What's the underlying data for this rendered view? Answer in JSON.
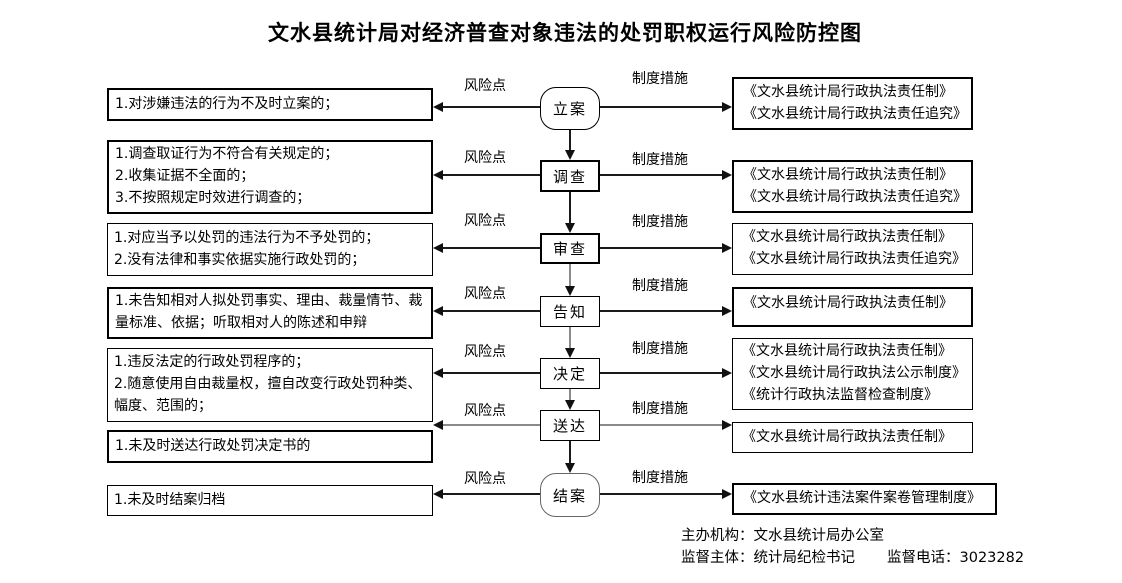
{
  "title": "文水县统计局对经济普查对象违法的处罚职权运行风险防控图",
  "legend": {
    "risk_label": "风险点",
    "measure_label": "制度措施"
  },
  "flow": {
    "rows": [
      {
        "node": "立案",
        "risks": [
          "1.对涉嫌违法的行为不及时立案的；"
        ],
        "measures": [
          "《文水县统计局行政执法责任制》",
          "《文水县统计局行政执法责任追究》"
        ]
      },
      {
        "node": "调查",
        "risks": [
          "1.调查取证行为不符合有关规定的；",
          "2.收集证据不全面的；",
          "3.不按照规定时效进行调查的；"
        ],
        "measures": [
          "《文水县统计局行政执法责任制》",
          "《文水县统计局行政执法责任追究》"
        ]
      },
      {
        "node": "审查",
        "risks": [
          "1.对应当予以处罚的违法行为不予处罚的；",
          "2.没有法律和事实依据实施行政处罚的；"
        ],
        "measures": [
          "《文水县统计局行政执法责任制》",
          "《文水县统计局行政执法责任追究》"
        ]
      },
      {
        "node": "告知",
        "risks": [
          "1.未告知相对人拟处罚事实、理由、裁量情节、裁量标准、依据；听取相对人的陈述和申辩"
        ],
        "measures": [
          "《文水县统计局行政执法责任制》"
        ]
      },
      {
        "node": "决定",
        "risks": [
          "1.违反法定的行政处罚程序的；",
          "2.随意使用自由裁量权，擅自改变行政处罚种类、幅度、范围的；"
        ],
        "measures": [
          "《文水县统计局行政执法责任制》",
          "《文水县统计局行政执法公示制度》",
          "《统计行政执法监督检查制度》"
        ]
      },
      {
        "node": "送达",
        "risks": [
          "1.未及时送达行政处罚决定书的"
        ],
        "measures": [
          "《文水县统计局行政执法责任制》"
        ]
      },
      {
        "node": "结案",
        "risks": [
          "1.未及时结案归档"
        ],
        "measures": [
          "《文水县统计违法案件案卷管理制度》"
        ]
      }
    ]
  },
  "footer": {
    "host": "主办机构：文水县统计局办公室",
    "supervisor": "监督主体：统计局纪检书记",
    "phone": "监督电话：3023282"
  }
}
